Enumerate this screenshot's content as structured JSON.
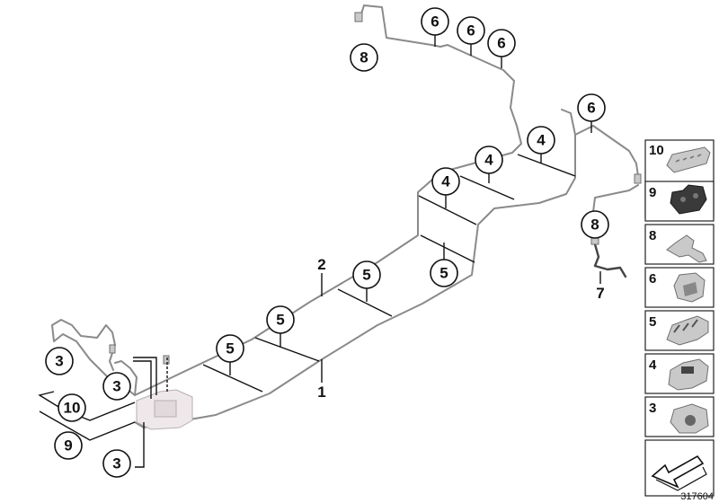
{
  "diagram": {
    "callouts": {
      "c1": "6",
      "c2": "6",
      "c3": "6",
      "c4": "8",
      "c5": "6",
      "c6": "4",
      "c7": "4",
      "c8": "4",
      "c9": "8",
      "c10": "5",
      "c11": "5",
      "c12": "5",
      "c13": "5",
      "c14": "3",
      "c15": "3",
      "c16": "10",
      "c17": "9",
      "c18": "3"
    },
    "labels": {
      "l1": "2",
      "l2": "1",
      "l3": "7"
    },
    "legend": [
      "10",
      "9",
      "8",
      "6",
      "5",
      "4",
      "3"
    ],
    "reference_number": "317604"
  }
}
